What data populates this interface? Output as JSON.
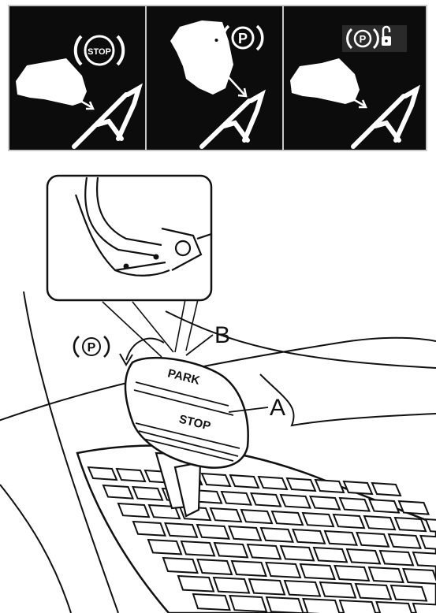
{
  "panels": [
    {
      "symbol_text": "STOP",
      "icon": "stop-symbol"
    },
    {
      "symbol_text": "P",
      "icon": "lock-closed-park-symbol"
    },
    {
      "symbol_text": "P",
      "icon": "park-lock-open-symbol"
    }
  ],
  "diagram": {
    "callout_b": "B",
    "callout_a": "A",
    "pedal_upper_text": "PARK",
    "pedal_lower_text": "STOP",
    "park_symbol_text": "P"
  },
  "colors": {
    "panel_bg": "#0c0c0c",
    "line": "#111111",
    "panel_fg": "#ffffff"
  }
}
